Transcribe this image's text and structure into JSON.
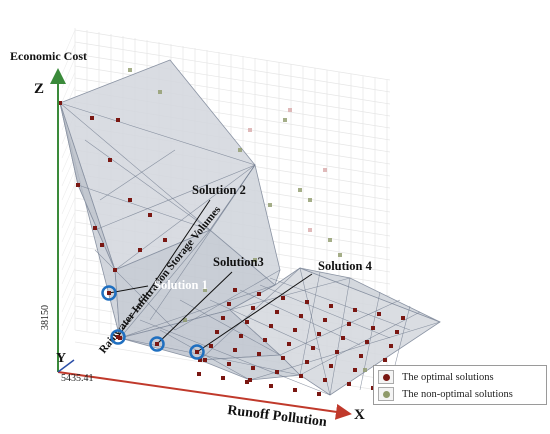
{
  "chart_data": {
    "type": "surface",
    "axes": {
      "x": {
        "letter": "X",
        "label": "Runoff Pollution"
      },
      "y": {
        "letter": "Y",
        "label": "Rainwater Infiltration Storage Volumes"
      },
      "z": {
        "letter": "Z",
        "label": "Economic Cost"
      }
    },
    "tick_labels": [
      "38150",
      "5435.41"
    ],
    "solutions": [
      {
        "label": "Solution 1",
        "marker": "circle"
      },
      {
        "label": "Solution 2",
        "marker": "circle"
      },
      {
        "label": "Solution3",
        "marker": "circle"
      },
      {
        "label": "Solution 4",
        "marker": "circle"
      }
    ],
    "legend": {
      "placement": "bottom-right",
      "items": [
        {
          "label": "The optimal solutions",
          "color": "#7a1712"
        },
        {
          "label": "The non-optimal  solutions",
          "color": "#8f9a6a"
        }
      ]
    },
    "grid": true,
    "colors": {
      "surface_fill": "#c7ccd5",
      "mesh_line": "#6f7a8c",
      "circle_marker": "#1f6fc0",
      "axis_z": "#3a8a3a",
      "axis_x": "#c0392b"
    }
  }
}
